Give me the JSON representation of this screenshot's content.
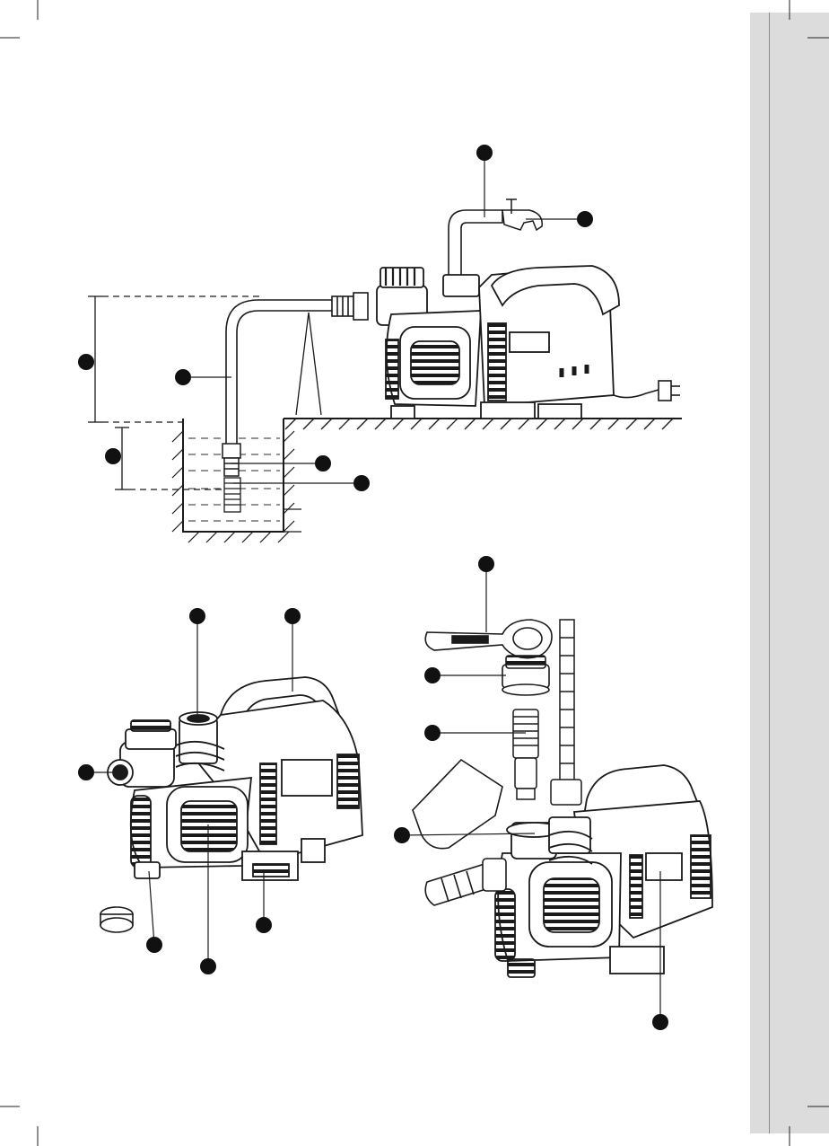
{
  "colors": {
    "ink": "#1a1a1a",
    "water": "#555555",
    "sidebar": "#dcdcdc",
    "callout": "#111111",
    "paper": "#ffffff"
  },
  "figures": [
    {
      "name": "installation-diagram",
      "callout_count": 7
    },
    {
      "name": "pump-overview",
      "callout_count": 7
    },
    {
      "name": "filter-disassembly",
      "callout_count": 5
    }
  ],
  "icons": [
    "power-plug-icon",
    "wrench-icon",
    "filter-cartridge-icon"
  ]
}
